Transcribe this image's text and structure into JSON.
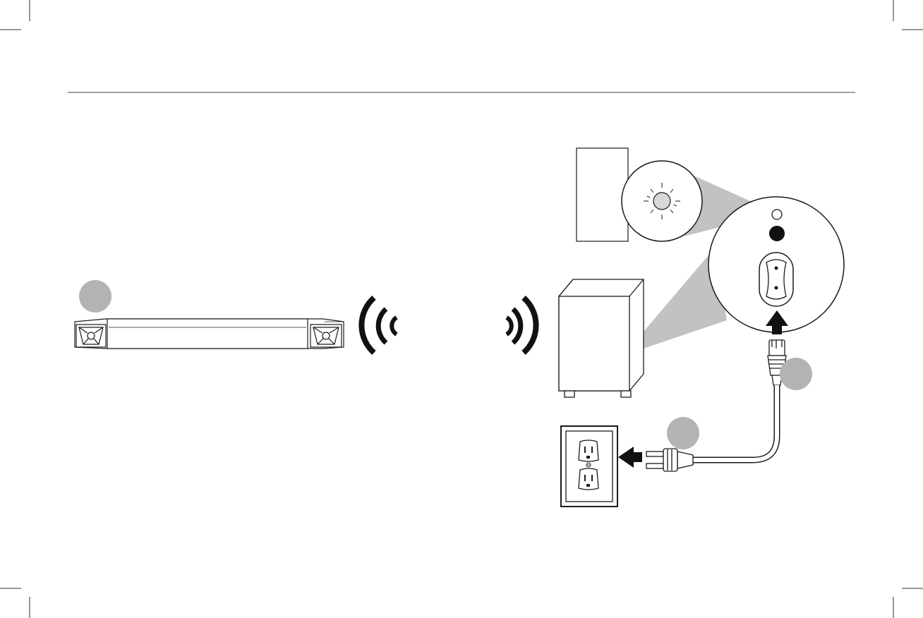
{
  "page": {
    "background": "#ffffff",
    "line_color": "#1a1a1a",
    "step_marker_color": "#b3b3b3",
    "beam_color": "#c2c2c2",
    "crop_mark_color": "#333333"
  },
  "steps": [
    {
      "id": "soundbar-step",
      "label": ""
    },
    {
      "id": "power-cord-step",
      "label": ""
    },
    {
      "id": "outlet-step",
      "label": ""
    }
  ],
  "icons": {
    "soundbar": "soundbar-icon",
    "subwoofer": "subwoofer-icon",
    "wireless_left": "wireless-signal-icon",
    "wireless_right": "wireless-signal-icon",
    "led_zoom": "led-indicator-icon",
    "power_port_zoom": "power-port-icon",
    "power_plug": "figure8-plug-icon",
    "wall_plug": "wall-plug-icon",
    "outlet": "wall-outlet-icon",
    "arrow_up": "arrow-up-icon",
    "arrow_left": "arrow-left-icon"
  }
}
